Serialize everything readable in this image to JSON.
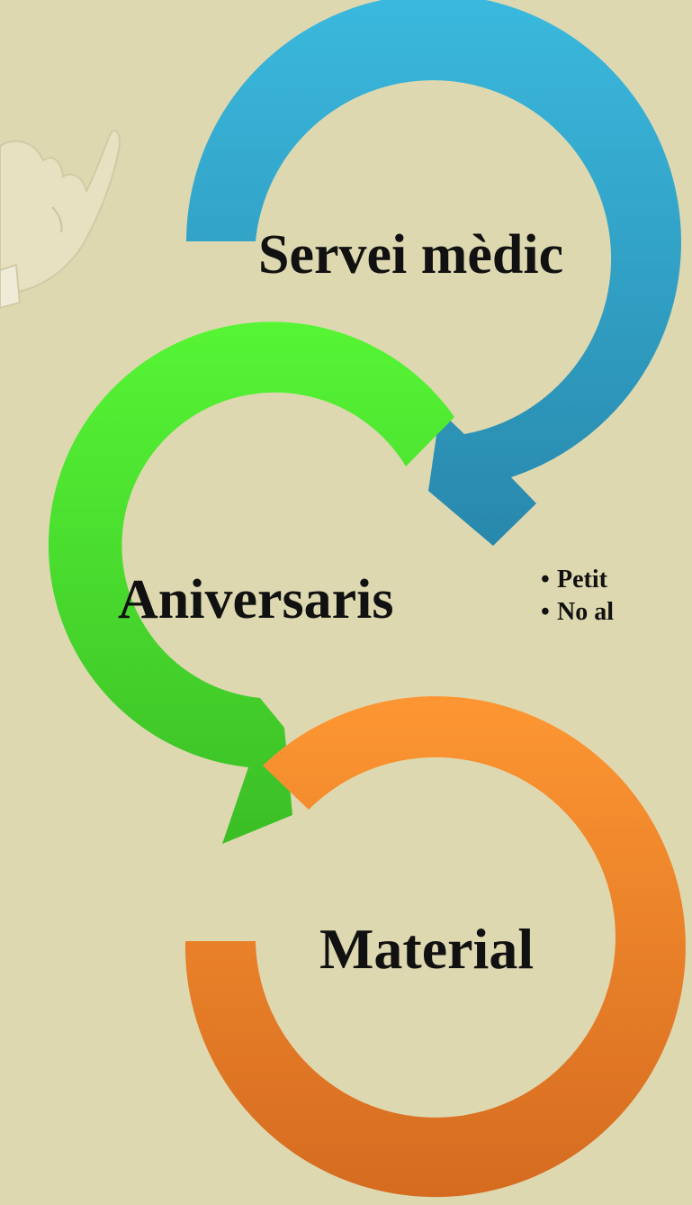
{
  "colors": {
    "background": "#ded8b1",
    "step1": "#35b1d6",
    "step2": "#4ef232",
    "step3": "#fa9330",
    "text": "#111111"
  },
  "steps": [
    {
      "label": "Servei mèdic"
    },
    {
      "label": "Aniversaris"
    },
    {
      "label": "Material"
    }
  ],
  "bullets": [
    "Petit",
    "No al"
  ],
  "decoration": "hand-illustration"
}
